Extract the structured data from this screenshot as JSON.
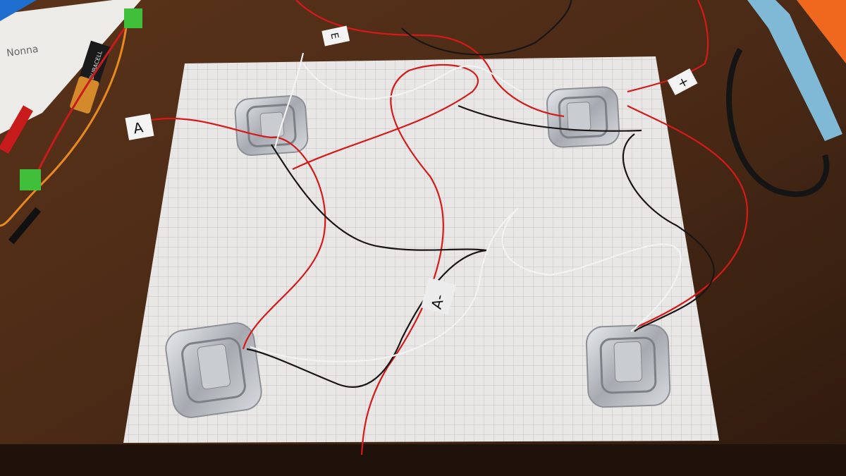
{
  "labels": {
    "label_a": "A",
    "label_e": "E",
    "label_plus": "+",
    "label_a_minus": "A-"
  },
  "battery": {
    "brand": "DURACELL"
  },
  "notepad": {
    "handwriting": "Nonna"
  },
  "colors": {
    "desk": "#4a2a16",
    "paper": "#e9e7e6",
    "grid": "#b9b8bb",
    "wire_red": "#d61a1a",
    "wire_black": "#1a1616",
    "wire_white": "#f2f2f2",
    "metal": "#b8bcc2"
  }
}
